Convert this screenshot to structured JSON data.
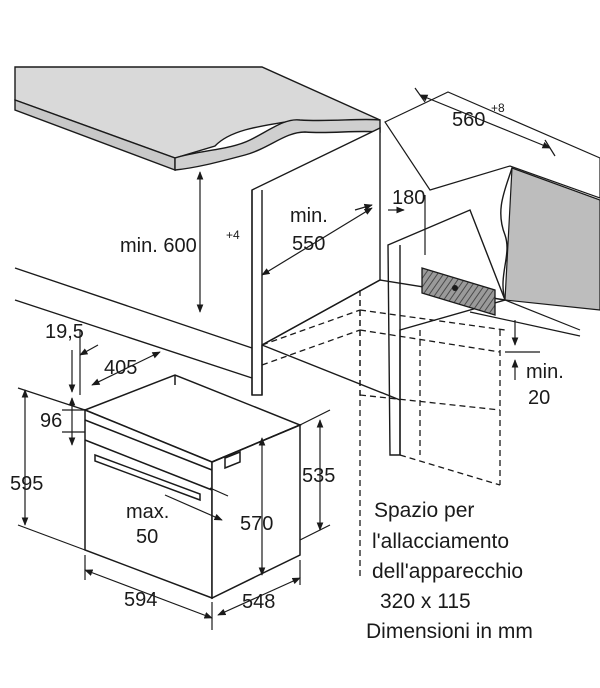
{
  "diagram": {
    "labels": {
      "width_560": "560",
      "width_560_tol": "+8",
      "depth_180": "180",
      "min_600_prefix": "min. 600",
      "min_600_tol": "+4",
      "min_550_line1": "min.",
      "min_550_line2": "550",
      "d_19_5": "19,5",
      "d_405": "405",
      "d_96": "96",
      "d_595": "595",
      "d_535": "535",
      "d_570": "570",
      "max_50_line1": "max.",
      "max_50_line2": "50",
      "d_594": "594",
      "d_548": "548",
      "min_20_line1": "min.",
      "min_20_line2": "20"
    },
    "note": {
      "line1": "Spazio per",
      "line2": "l'allacciamento",
      "line3": "dell'apparecchio",
      "line4": "320 x 115",
      "line5": "Dimensioni in mm"
    },
    "colors": {
      "stroke": "#1a1a1a",
      "worktop": "#d9d9d9",
      "side": "#bdbdbd",
      "hatch": "#5a5a5a"
    }
  }
}
